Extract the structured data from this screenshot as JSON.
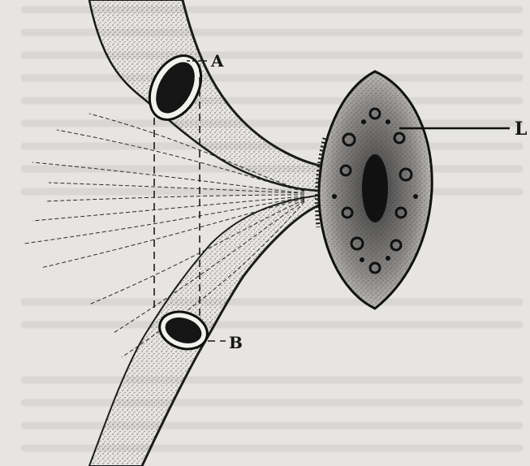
{
  "figure": {
    "labels": {
      "a": "A",
      "b": "B",
      "l": "L"
    },
    "colors": {
      "paper": "#e7e5e1",
      "ink": "#161616",
      "show_through": "#c9c7c3",
      "cut_face": "#222222"
    }
  }
}
